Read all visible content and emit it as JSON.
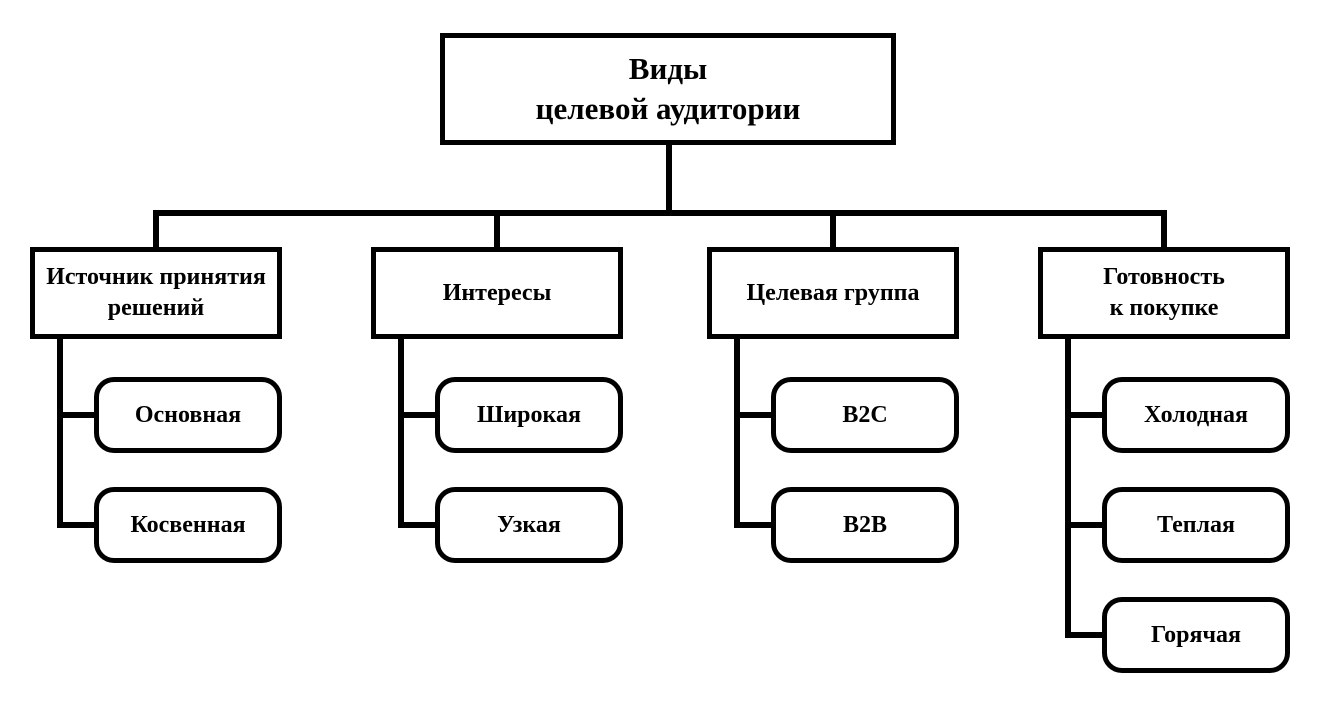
{
  "diagram": {
    "title": "Виды целевой аудитории",
    "colors": {
      "line": "#000000",
      "box_fill": "#ffffff",
      "text": "#000000",
      "background": "#ffffff"
    },
    "root": {
      "label": "Виды\nцелевой аудитории"
    },
    "branches": [
      {
        "label": "Источник принятия\nрешений",
        "children": [
          {
            "label": "Основная"
          },
          {
            "label": "Косвенная"
          }
        ]
      },
      {
        "label": "Интересы",
        "children": [
          {
            "label": "Широкая"
          },
          {
            "label": "Узкая"
          }
        ]
      },
      {
        "label": "Целевая группа",
        "children": [
          {
            "label": "B2C"
          },
          {
            "label": "B2B"
          }
        ]
      },
      {
        "label": "Готовность\nк покупке",
        "children": [
          {
            "label": "Холодная"
          },
          {
            "label": "Теплая"
          },
          {
            "label": "Горячая"
          }
        ]
      }
    ]
  }
}
